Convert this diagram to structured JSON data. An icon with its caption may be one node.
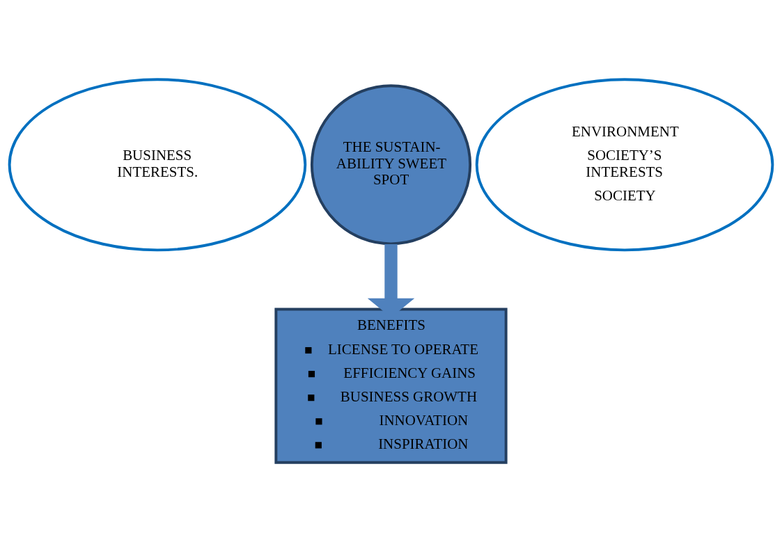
{
  "diagram": {
    "nodes": [
      {
        "text": [
          "BUSINESS INTERESTS."
        ]
      },
      {
        "text": [
          "ENVIRONMENT",
          "SOCIETY’S INTERESTS",
          "SOCIETY"
        ]
      },
      {
        "text": [
          "THE SUSTAIN- ABILITY SWEET SPOT"
        ]
      },
      {
        "text": [
          "BENEFITS",
          "LICENSE TO OPERATE",
          "EFFICIENCY GAINS",
          "BUSINESS GROWTH",
          "INNOVATION",
          "INSPIRATION"
        ]
      }
    ],
    "edges": [
      {
        "from": 2,
        "to": 3,
        "arrow": "to"
      }
    ]
  }
}
